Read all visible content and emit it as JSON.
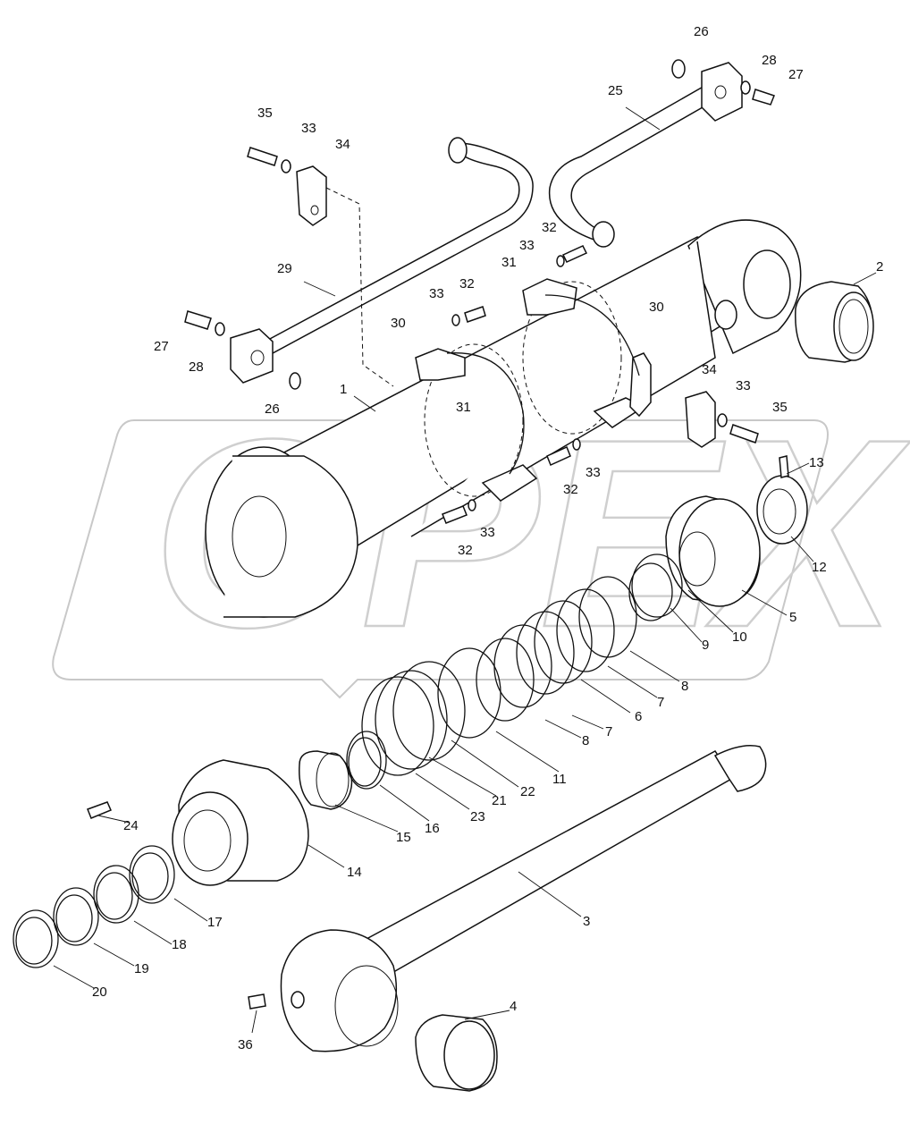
{
  "watermark": {
    "text": "OPEX"
  },
  "labels": {
    "l1": "1",
    "l2": "2",
    "l3": "3",
    "l4": "4",
    "l5": "5",
    "l6": "6",
    "l7a": "7",
    "l7b": "7",
    "l8a": "8",
    "l8b": "8",
    "l9": "9",
    "l10": "10",
    "l11": "11",
    "l12": "12",
    "l13": "13",
    "l14": "14",
    "l15": "15",
    "l16": "16",
    "l17": "17",
    "l18": "18",
    "l19": "19",
    "l20": "20",
    "l21": "21",
    "l22": "22",
    "l23": "23",
    "l24": "24",
    "l25": "25",
    "l26a": "26",
    "l26b": "26",
    "l27a": "27",
    "l27b": "27",
    "l28a": "28",
    "l28b": "28",
    "l29": "29",
    "l30a": "30",
    "l30b": "30",
    "l31a": "31",
    "l31b": "31",
    "l32a": "32",
    "l32b": "32",
    "l32c": "32",
    "l32d": "32",
    "l33a": "33",
    "l33b": "33",
    "l33c": "33",
    "l33d": "33",
    "l33e": "33",
    "l34a": "34",
    "l34b": "34",
    "l35a": "35",
    "l35b": "35",
    "l36": "36"
  }
}
